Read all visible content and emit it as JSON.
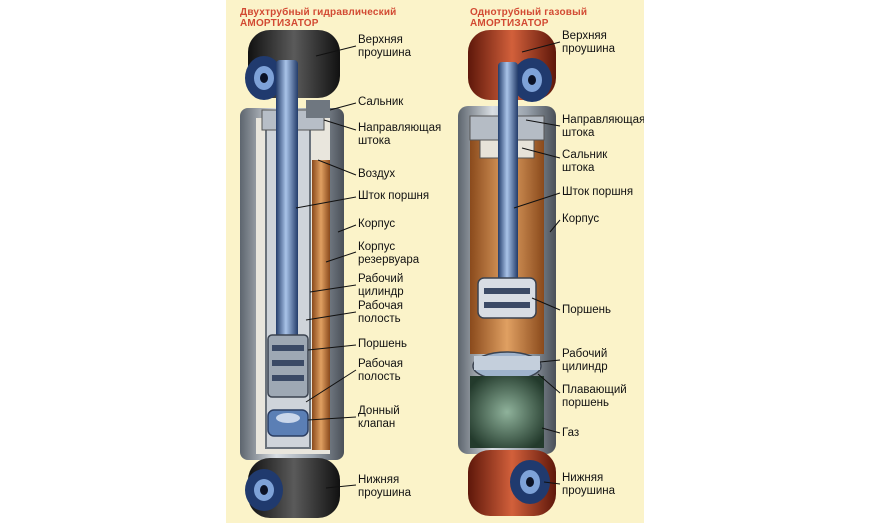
{
  "titles": {
    "twin_tube": "Двухтрубный гидравлический\nАМОРТИЗАТОР",
    "mono_tube": "Однотрубный газовый\nАМОРТИЗАТОР"
  },
  "left_labels": {
    "upper_eye": "Верхняя\nпроушина",
    "oil_seal": "Сальник",
    "rod_guide": "Направляющая\nштока",
    "air": "Воздух",
    "piston_rod": "Шток поршня",
    "body": "Корпус",
    "reservoir_body": "Корпус\nрезервуара",
    "working_cylinder": "Рабочий\nцилиндр",
    "working_chamber_upper": "Рабочая\nполость",
    "piston": "Поршень",
    "working_chamber_lower": "Рабочая\nполость",
    "bottom_valve": "Донный\nклапан",
    "lower_eye": "Нижняя\nпроушина"
  },
  "right_labels": {
    "upper_eye": "Верхняя\nпроушина",
    "rod_guide": "Направляющая\nштока",
    "rod_seal": "Сальник\nштока",
    "piston_rod": "Шток поршня",
    "body": "Корпус",
    "piston": "Поршень",
    "working_cylinder": "Рабочий\nцилиндр",
    "floating_piston": "Плавающий\nпоршень",
    "gas": "Газ",
    "lower_eye": "Нижняя\nпроушина"
  },
  "colors": {
    "background": "#fbf3c9",
    "title": "#d24a33",
    "twin_tube_eye": "#2b2b2b",
    "mono_tube_eye": "#a8331c",
    "bushing": "#3d5f9a",
    "body_steel": "#9aa3ad",
    "oil": "#c77a3a",
    "rod": "#5b7fb5",
    "gas": "#3e5f4e"
  },
  "icons": [
    "twin-tube-shock-absorber",
    "mono-tube-shock-absorber"
  ]
}
